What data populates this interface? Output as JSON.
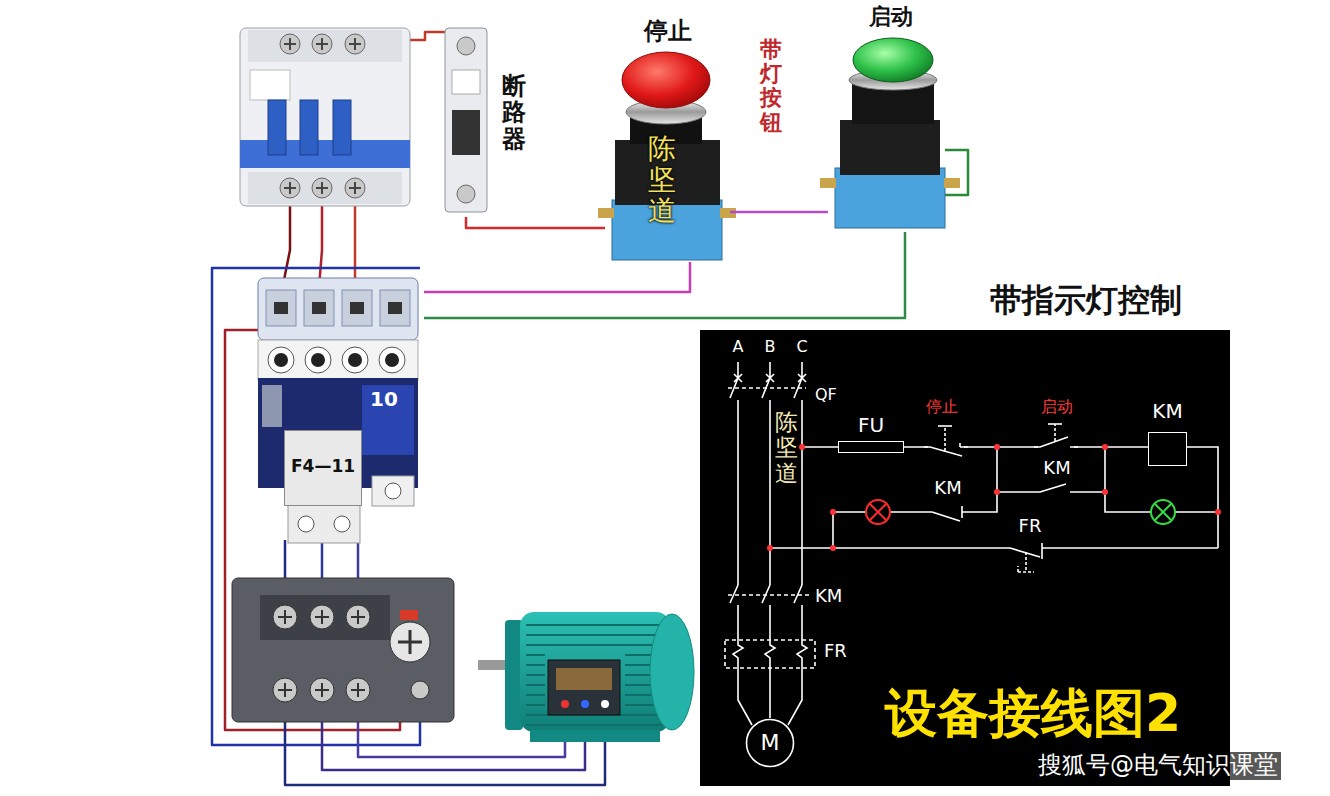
{
  "diagram": {
    "caption": "设备接线图2",
    "nodes": [
      {
        "text": [
          "断路器"
        ]
      },
      {
        "text": [
          "停止"
        ]
      },
      {
        "text": [
          "启动"
        ]
      },
      {
        "text": [
          "10"
        ]
      },
      {
        "text": [
          "F4—11"
        ],
        "in": 3
      },
      {
        "text": [
          "带指示灯控制"
        ]
      },
      {
        "text": [
          "FU"
        ],
        "in": 5
      },
      {
        "text": [
          "KM"
        ],
        "in": 5
      },
      {
        "text": [
          "M"
        ],
        "in": 5
      }
    ],
    "edges": [
      {
        "from": 0,
        "to": 1,
        "arrow": "none"
      },
      {
        "from": 1,
        "to": 2,
        "arrow": "none"
      },
      {
        "from": 2,
        "to": 3,
        "arrow": "none"
      },
      {
        "from": 1,
        "to": 3,
        "arrow": "none"
      },
      {
        "from": 6,
        "to": 7,
        "arrow": "none"
      }
    ],
    "labels": [
      "带灯按钮",
      "陈坚道",
      "A",
      "B",
      "C",
      "QF",
      "陈坚道",
      "停止",
      "启动",
      "KM",
      "KM",
      "FR",
      "KM",
      "FR",
      "搜狐号@电气知识课堂"
    ]
  }
}
